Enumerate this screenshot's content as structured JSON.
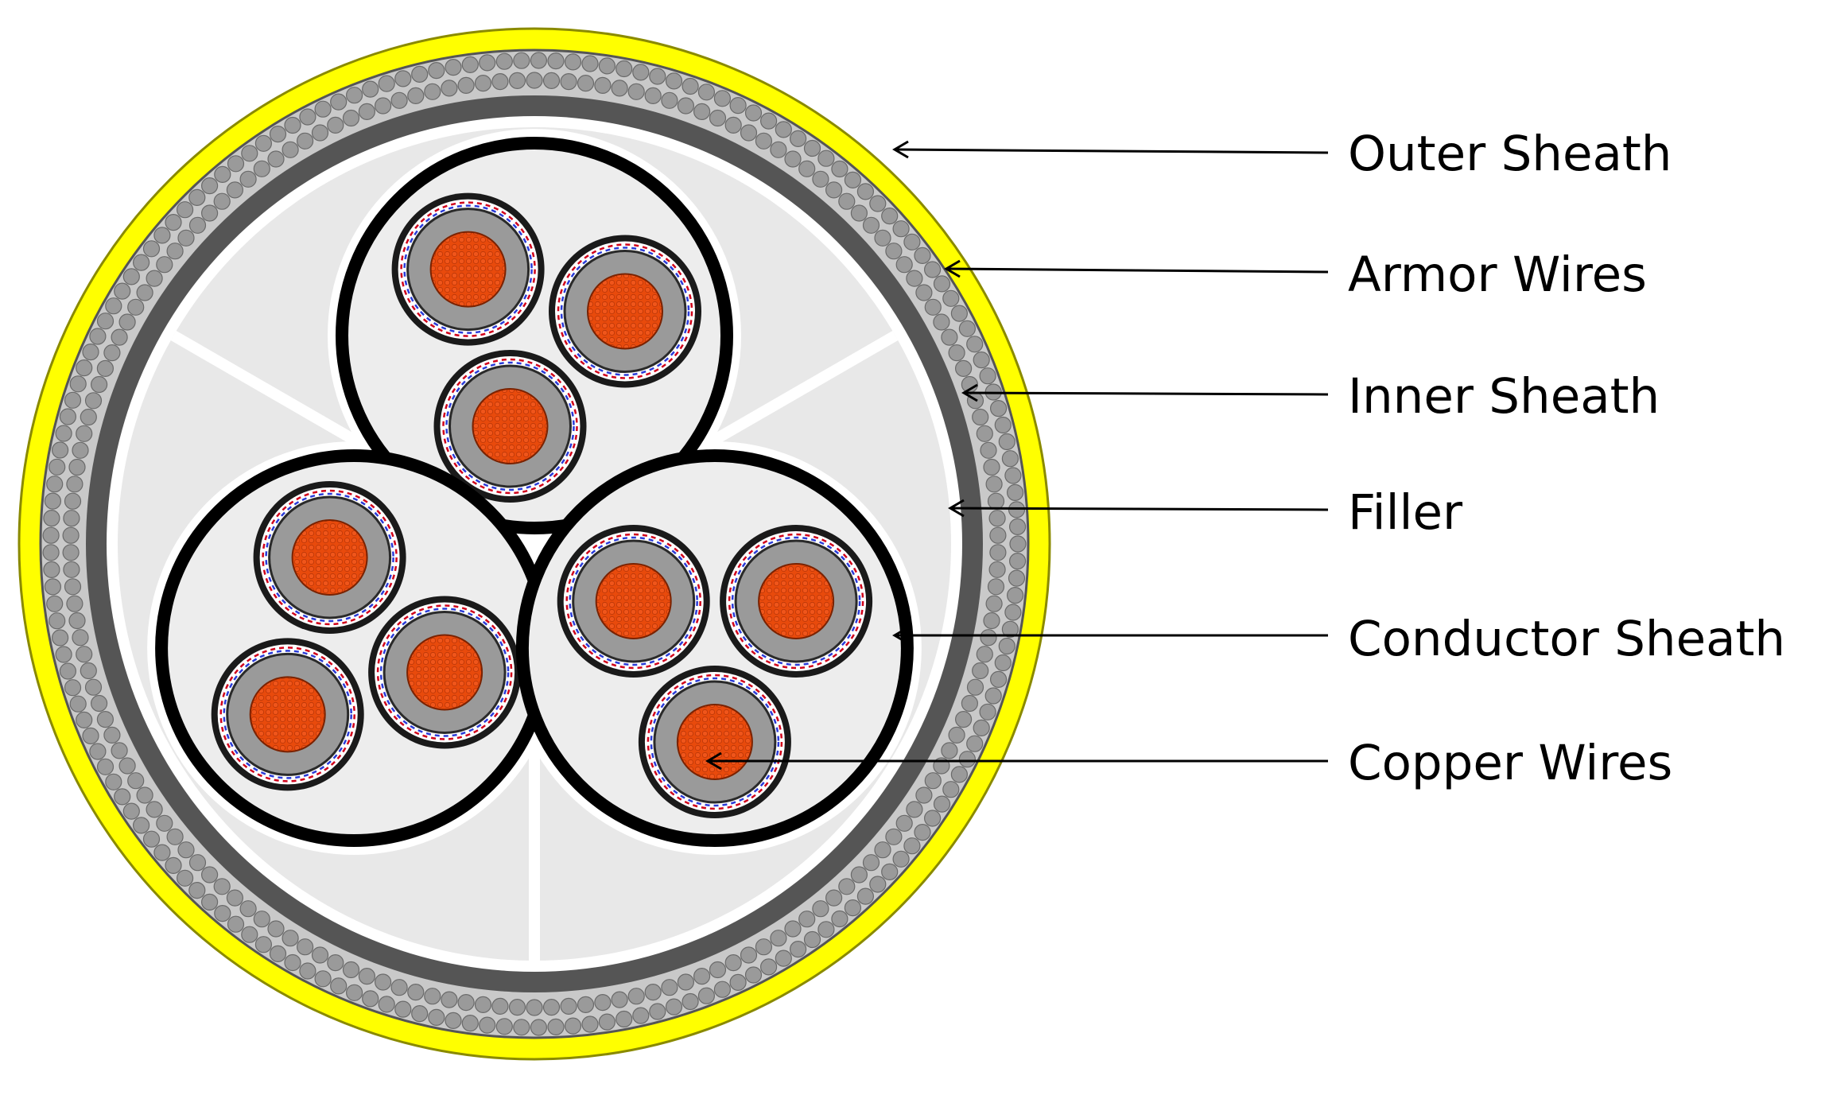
{
  "labels": {
    "outer_sheath": "Outer Sheath",
    "armor_wires": "Armor Wires",
    "inner_sheath": "Inner Sheath",
    "filler": "Filler",
    "conductor_sheath": "Conductor Sheath",
    "copper_wires": "Copper Wires"
  },
  "colors": {
    "outer_sheath": "#ffff00",
    "armor_wire": "#9a9a9a",
    "armor_bg": "#c9c9c9",
    "inner_sheath": "#555555",
    "filler": "#e8e8e8",
    "group_ring": "#000000",
    "conductor_sheath": "#9a9a9a",
    "copper": "#e84a0c",
    "screen_red": "#d0021b",
    "screen_blue": "#2a3bd8"
  }
}
